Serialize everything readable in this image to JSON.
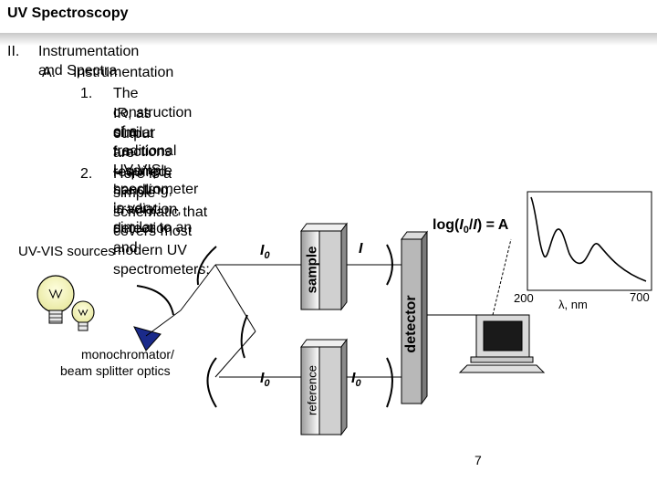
{
  "slide": {
    "title": "UV Spectroscopy",
    "outline": {
      "l1_num": "II.",
      "l1_text": "Instrumentation and Spectra",
      "l2_num": "A.",
      "l2_text": "Instrumentation",
      "item1_num": "1.",
      "item1_line1": "The construction of a traditional UV-VIS spectrometer is very similar to an",
      "item1_line2": "IR, as similar functions – sample handling, irradiation, detection and",
      "item1_line3": "output are required",
      "item2_num": "2.",
      "item2_text": "Here is a simple schematic that covers most modern UV spectrometers:"
    },
    "diagram": {
      "sources_label": "UV-VIS sources",
      "mono_line1": "monochromator/",
      "mono_line2": "beam splitter optics",
      "sample_label": "sample",
      "reference_label": "reference",
      "detector_label": "detector",
      "i0_top": "I",
      "i0_top_sub": "0",
      "i_top": "I",
      "i0_bottom": "I",
      "i0_bottom_sub": "0",
      "i0_right": "I",
      "i0_right_sub": "0",
      "formula_pre": "log(",
      "formula_i0": "I",
      "formula_sub": "0",
      "formula_post": "/",
      "formula_i": "I",
      "formula_end": ") = A",
      "axis_min": "200",
      "axis_unit": "λ, nm",
      "axis_max": "700"
    },
    "page_number": "7"
  }
}
